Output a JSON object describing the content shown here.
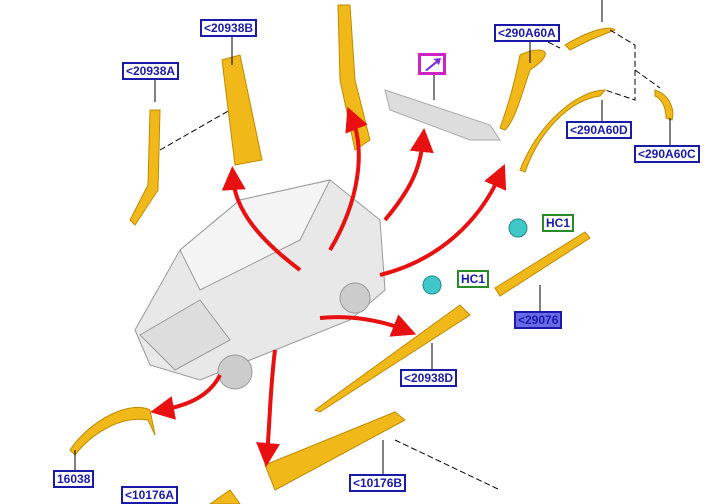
{
  "labels": {
    "l20938A": "<20938A",
    "l20938B": "<20938B",
    "l290A60A": "<290A60A",
    "l290A60D": "<290A60D",
    "l290A60C": "<290A60C",
    "hc1_upper": "HC1",
    "hc1_lower": "HC1",
    "l29076": "<29076",
    "l20938D": "<20938D",
    "l16038": "16038",
    "l10176A": "<10176A",
    "l10176B": "<10176B"
  },
  "colors": {
    "part": "#f0b818",
    "arrow": "#e81010",
    "callout": "#1a1aa8",
    "highlight": "#6a6ae8",
    "magenta": "#d020c8"
  },
  "icons": {
    "magenta_box": "arrow-up-right-icon"
  }
}
